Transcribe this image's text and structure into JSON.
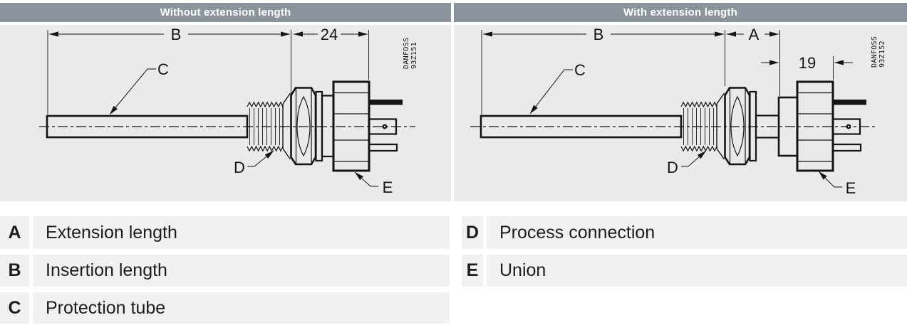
{
  "colors": {
    "header_bg": "#8b949c",
    "panel_bg": "#e9eaec",
    "legend_row_bg": "#f0f1f3",
    "line": "#141414",
    "header_text": "#ffffff",
    "text": "#1c1c1e"
  },
  "headers": {
    "left": "Without extension length",
    "right": "With extension length"
  },
  "diagram_left": {
    "dim_b": "B",
    "dim_24": "24",
    "label_c": "C",
    "label_d": "D",
    "label_e": "E",
    "stamp_brand": "DANFOSS",
    "stamp_code": "93Z151"
  },
  "diagram_right": {
    "dim_b": "B",
    "dim_a": "A",
    "dim_19": "19",
    "label_c": "C",
    "label_d": "D",
    "label_e": "E",
    "stamp_brand": "DANFOSS",
    "stamp_code": "93Z152"
  },
  "legend": {
    "left": [
      {
        "key": "A",
        "label": "Extension length"
      },
      {
        "key": "B",
        "label": "Insertion length"
      },
      {
        "key": "C",
        "label": "Protection tube"
      }
    ],
    "right": [
      {
        "key": "D",
        "label": "Process connection"
      },
      {
        "key": "E",
        "label": "Union"
      }
    ]
  }
}
